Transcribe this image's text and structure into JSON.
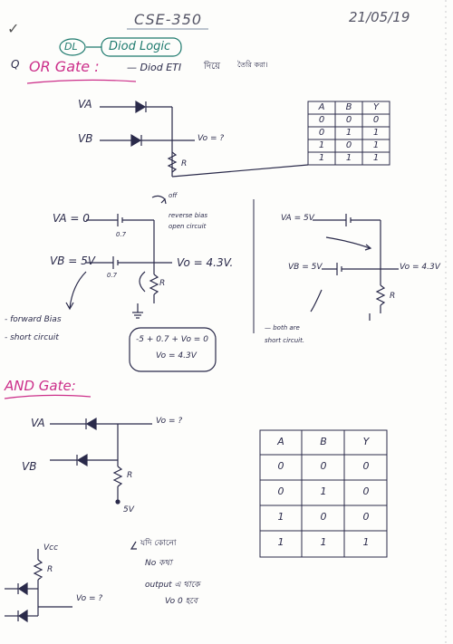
{
  "header": {
    "course": "CSE-350",
    "date": "21/05/19",
    "tick_mark": "✓",
    "dl_abbrev": "DL",
    "topic": "Diod Logic"
  },
  "or_section": {
    "marker": "Q",
    "title": "OR Gate :",
    "subtitle": "— Diod ETI",
    "subtitle_bn": "দিয়ে",
    "subtitle_bn2": "তৈরি করা।",
    "va": "VA",
    "vb": "VB",
    "vo": "Vo = ?",
    "r": "R"
  },
  "or_table": {
    "headers": [
      "A",
      "B",
      "Y"
    ],
    "rows": [
      [
        "0",
        "0",
        "0"
      ],
      [
        "0",
        "1",
        "1"
      ],
      [
        "1",
        "0",
        "1"
      ],
      [
        "1",
        "1",
        "1"
      ]
    ]
  },
  "or_case1": {
    "va": "VA = 0",
    "vb": "VB = 5V",
    "d1": "0.7",
    "d2": "0.7",
    "note1": "off",
    "note2": "reverse bias",
    "note3": "open circuit",
    "vo": "Vo = 4.3V.",
    "r": "R",
    "fwd1": "- forward Bias",
    "fwd2": "- short circuit",
    "calc1": "-5 + 0.7 + Vo = 0",
    "calc2": "Vo = 4.3V"
  },
  "or_case2": {
    "va": "VA = 5V",
    "vb": "VB = 5V",
    "vo": "Vo = 4.3V",
    "r": "R",
    "note1": "— both are",
    "note2": "short circuit."
  },
  "and_section": {
    "title": "AND Gate:",
    "va": "VA",
    "vb": "VB",
    "vo": "Vo = ?",
    "supply": "5V",
    "r": "R"
  },
  "and_table": {
    "headers": [
      "A",
      "B",
      "Y"
    ],
    "rows": [
      [
        "0",
        "0",
        "0"
      ],
      [
        "0",
        "1",
        "0"
      ],
      [
        "1",
        "0",
        "0"
      ],
      [
        "1",
        "1",
        "1"
      ]
    ]
  },
  "and_note": {
    "vcc": "Vcc",
    "r": "R",
    "vo": "Vo = ?",
    "line1": "যদি কোনো",
    "line2": "No কথা",
    "line3": "output এ থাকে",
    "line4": "Vo 0 হবে"
  }
}
